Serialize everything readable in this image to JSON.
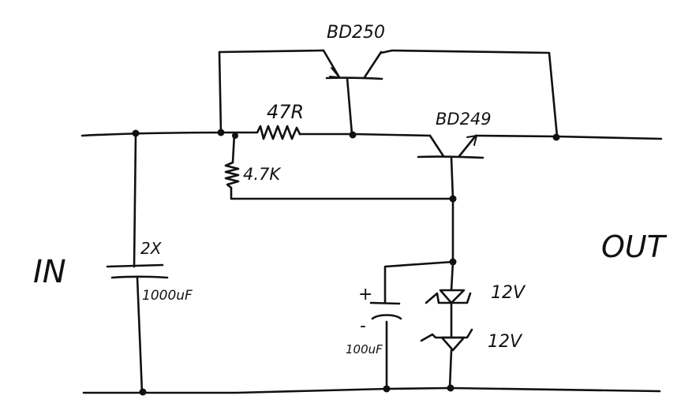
{
  "labels": {
    "input": "IN",
    "output": "OUT",
    "transistor_top": "BD250",
    "transistor_main": "BD249",
    "resistor_series": "47R",
    "resistor_shunt": "4.7K",
    "cap_main_count": "2X",
    "cap_main_value": "1000uF",
    "cap_small_plus": "+",
    "cap_small_minus": "-",
    "cap_small_value": "100uF",
    "zener_1": "12V",
    "zener_2": "12V"
  },
  "colors": {
    "ink": "#111111",
    "paper": "#ffffff"
  }
}
